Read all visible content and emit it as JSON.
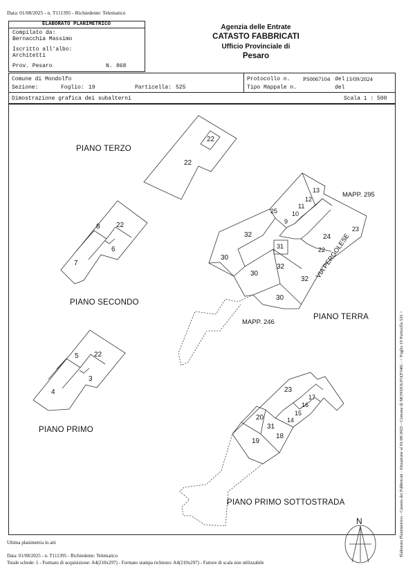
{
  "top_note": "Data: 01/08/2025 - n. T111395 - Richiedente: Telematico",
  "header": {
    "doc_title": "ELABORATO PLANIMETRICO",
    "compilato_label": "Compilato da:",
    "compilato_value": "Bernacchia Massimo",
    "iscritto_label": "Iscritto all'albo:",
    "iscritto_value": "Architetti",
    "prov_label": "Prov. Pesaro",
    "n_label": "N.",
    "n_value": "868",
    "agency": "Agenzia delle Entrate",
    "catasto": "CATASTO FABBRICATI",
    "ufficio": "Ufficio Provinciale di",
    "city": "Pesaro"
  },
  "info": {
    "comune": "Comune di Mondolfo",
    "sezione_label": "Sezione:",
    "foglio_label": "Foglio:",
    "foglio_value": "19",
    "particella_label": "Particella:",
    "particella_value": "525",
    "protocollo_label": "Protocollo n.",
    "protocollo_value": "PS0067104",
    "del_label": "del",
    "protocollo_date": "13/09/2024",
    "tipo_label": "Tipo Mappale n.",
    "del2_label": "del",
    "dimostrazione": "Dimostrazione grafica dei subalterni",
    "scala": "Scala 1 : 500"
  },
  "plans": {
    "terzo": "PIANO TERZO",
    "secondo": "PIANO SECONDO",
    "terra": "PIANO TERRA",
    "primo": "PIANO PRIMO",
    "sottostrada": "PIANO PRIMO SOTTOSTRADA",
    "mapp295": "MAPP. 295",
    "mapp246": "MAPP. 246",
    "via": "VIA PERGOLESE",
    "north": "N"
  },
  "sub_numbers": {
    "terzo": [
      "22",
      "22"
    ],
    "secondo": [
      "8",
      "22",
      "6",
      "7"
    ],
    "primo": [
      "5",
      "22",
      "3",
      "4"
    ],
    "terra": [
      "13",
      "12",
      "11",
      "25",
      "10",
      "9",
      "23",
      "24",
      "32",
      "31",
      "22",
      "30",
      "32",
      "30",
      "32",
      "30"
    ],
    "sottostrada": [
      "23",
      "17",
      "16",
      "15",
      "14",
      "20",
      "31",
      "18",
      "19"
    ]
  },
  "footer": {
    "ultima": "Ultima planimetria in atti",
    "data_line": "Data: 01/08/2025 - n. T111395 - Richiedente: Telematico",
    "totale_line": "Totale schede: 1 - Formato di acquisizione: A4(210x297) - Formato stampa richiesto: A4(210x297) - Fattore di scala non utilizzabile"
  },
  "side_note": "Elaborato Planimetrico - Catasto dei Fabbricati - Situazione al 01/08/2025 - Comune di MONDOLFO(F348) - < Foglio 19 Particella 525 >"
}
